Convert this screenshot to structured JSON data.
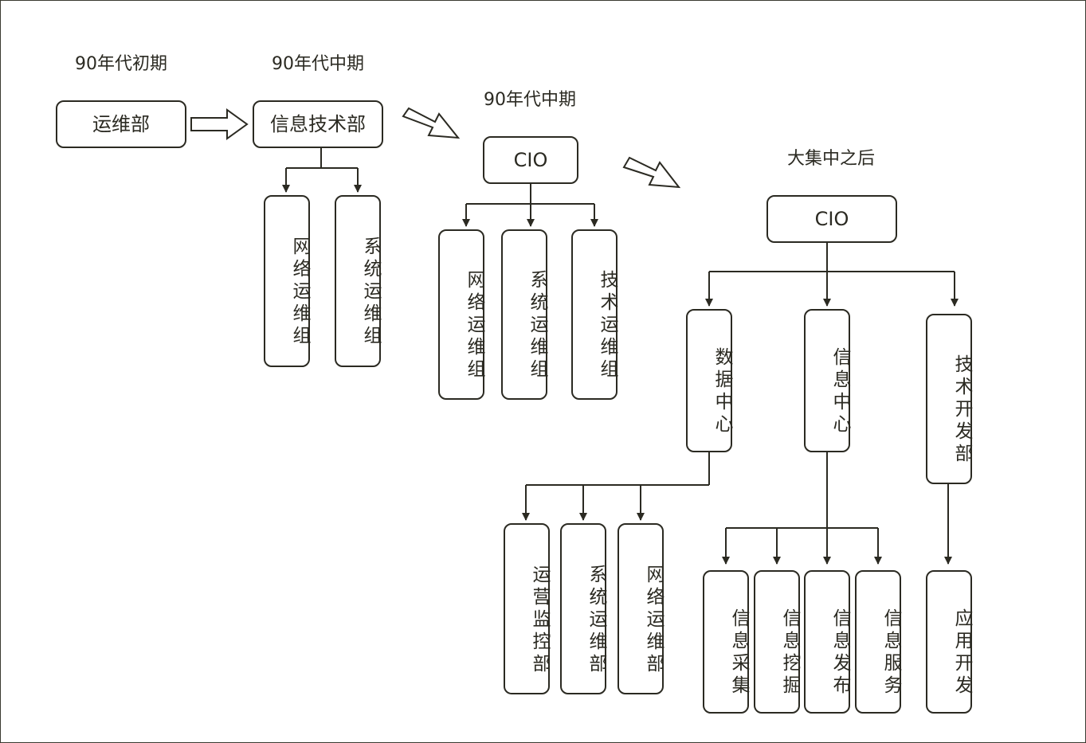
{
  "periods": {
    "early_90s": "90年代初期",
    "mid_90s_a": "90年代中期",
    "mid_90s_b": "90年代中期",
    "after_centralization": "大集中之后"
  },
  "stage1": {
    "ops_dept": "运维部"
  },
  "stage2": {
    "it_dept": "信息技术部",
    "groups": [
      "网络运维组",
      "系统运维组"
    ]
  },
  "stage3": {
    "head": "CIO",
    "groups": [
      "网络运维组",
      "系统运维组",
      "技术运维组"
    ]
  },
  "stage4": {
    "head": "CIO",
    "centers": [
      "数据中心",
      "信息中心",
      "技术开发部"
    ],
    "data_center_units": [
      "运营监控部",
      "系统运维部",
      "网络运维部"
    ],
    "info_center_units": [
      "信息采集",
      "信息挖掘",
      "信息发布",
      "信息服务"
    ],
    "dev_units": [
      "应用开发"
    ]
  }
}
